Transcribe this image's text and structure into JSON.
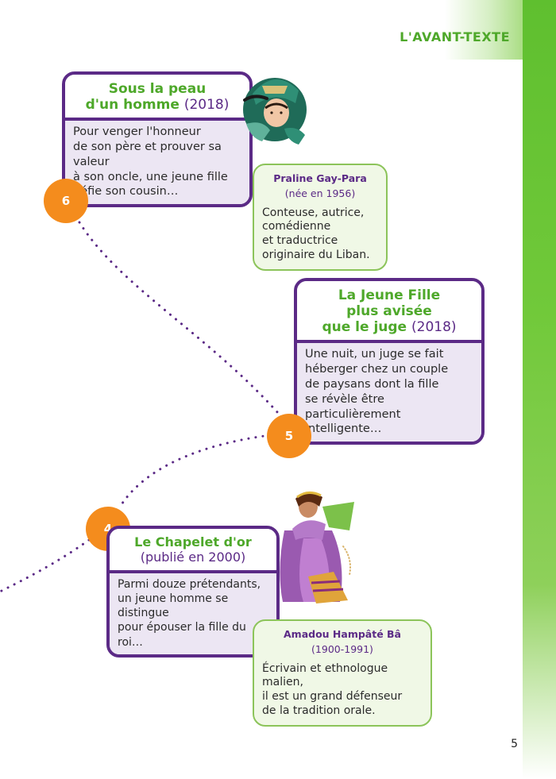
{
  "header": {
    "section_title": "L'AVANT-TEXTE"
  },
  "page_number": "5",
  "stories": [
    {
      "number": "6",
      "title_lines": [
        "Sous la peau",
        "d'un homme"
      ],
      "year": "(2018)",
      "summary_lines": [
        "Pour venger l'honneur",
        "de son père et prouver sa valeur",
        "à son oncle, une jeune fille",
        "défie son cousin…"
      ]
    },
    {
      "number": "5",
      "title_lines": [
        "La Jeune Fille",
        "plus avisée",
        "que le juge"
      ],
      "year": "(2018)",
      "summary_lines": [
        "Une nuit, un juge se fait",
        "héberger chez un couple",
        "de paysans dont la fille",
        "se révèle être particulièrement",
        "intelligente…"
      ]
    },
    {
      "number": "4",
      "title_lines": [
        "Le Chapelet d'or"
      ],
      "year": "(publié en 2000)",
      "summary_lines": [
        "Parmi douze prétendants,",
        "un jeune homme se distingue",
        "pour épouser la fille du roi…"
      ]
    }
  ],
  "authors": [
    {
      "name": "Praline Gay-Para",
      "dates": "(née en 1956)",
      "desc_lines": [
        "Conteuse, autrice,",
        "comédienne",
        "et traductrice",
        "originaire du Liban."
      ]
    },
    {
      "name": "Amadou Hampâté Bâ",
      "dates": "(1900-1991)",
      "desc_lines": [
        "Écrivain et ethnologue malien,",
        "il est un grand défenseur",
        "de la tradition orale."
      ]
    }
  ],
  "colors": {
    "purple": "#5b2a86",
    "green": "#4ea82a",
    "orange": "#f48c1d",
    "lavender": "#ece6f3",
    "mint": "#f0f8e6"
  }
}
